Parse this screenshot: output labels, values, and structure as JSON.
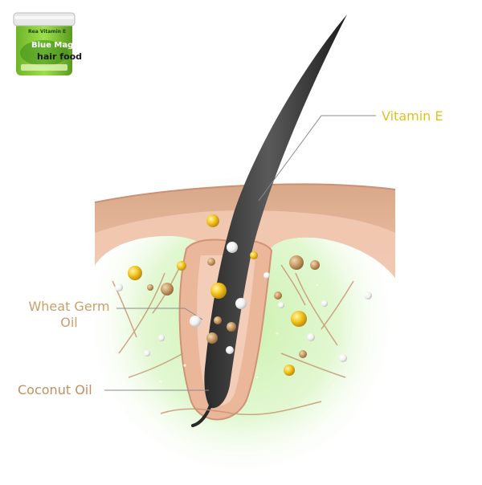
{
  "labels": {
    "vitamin_e": "Vitamin E",
    "wheat_germ_oil_line1": "Wheat Germ",
    "wheat_germ_oil_line2": "Oil",
    "coconut_oil": "Coconut Oil"
  },
  "product": {
    "brand": "Rea Vitamin E",
    "line1": "Blue Magic",
    "line2": "hair food"
  },
  "colors": {
    "vitamin_e_label": "#e2c21a",
    "wheat_germ_label": "#c9a06a",
    "coconut_label": "#c09060",
    "leader_line": "#8a8a8a",
    "skin_surface": "#e6b899",
    "skin_dermis": "#f2c9b2",
    "dermis_glow": "#c8f0a8",
    "hair_shaft": "#3a3a3a",
    "vitamin_e_droplet": "#f3c51c",
    "wheat_germ_droplet": "#c79a62",
    "coconut_droplet": "#f4f4f4",
    "jar_body": "#8ed13a",
    "jar_lid": "#e8e8e8"
  }
}
